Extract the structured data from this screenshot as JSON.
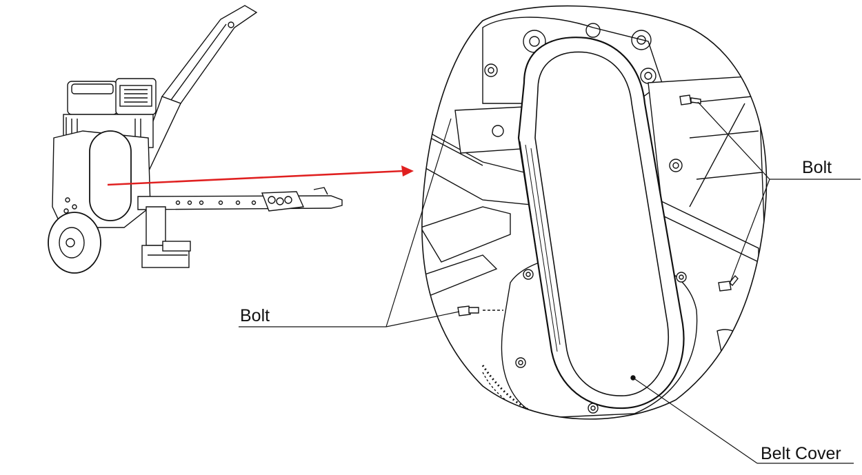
{
  "callouts": {
    "bolt_left": "Bolt",
    "bolt_right": "Bolt",
    "belt_cover": "Belt Cover"
  },
  "colors": {
    "line": "#111111",
    "arrow": "#e02020",
    "background": "#ffffff"
  },
  "icons": [
    "wood-chipper-overview",
    "belt-cover-detail-view",
    "bolt-icon"
  ]
}
